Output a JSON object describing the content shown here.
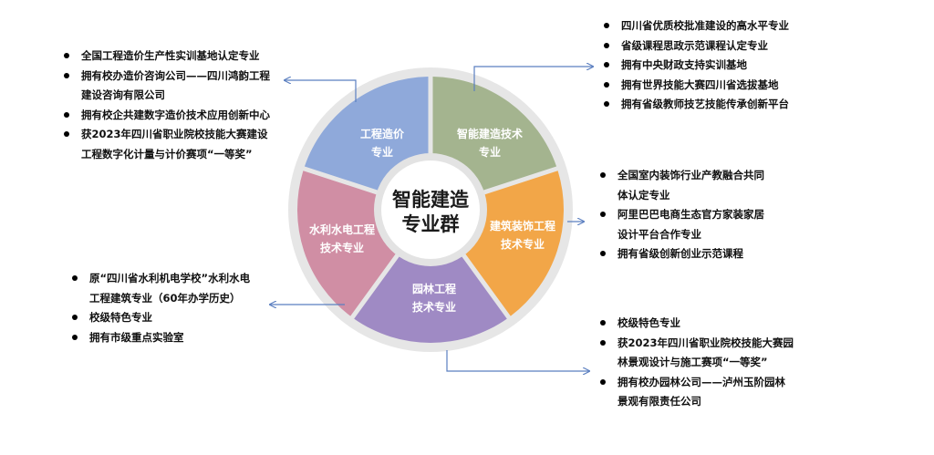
{
  "center": {
    "line1": "智能建造",
    "line2": "专业群"
  },
  "colors": {
    "ring": "#e6e6e6",
    "segment_cost": "#8fa9da",
    "segment_intelligent": "#a4b48f",
    "segment_decoration": "#f2a648",
    "segment_landscape": "#9f8ac4",
    "segment_hydro": "#d08ea4",
    "connector": "#5b7fc0"
  },
  "segments": [
    {
      "id": "cost",
      "line1": "工程造价",
      "line2": "专业"
    },
    {
      "id": "intelligent",
      "line1": "智能建造技术",
      "line2": "专业"
    },
    {
      "id": "decoration",
      "line1": "建筑装饰工程",
      "line2": "技术专业"
    },
    {
      "id": "landscape",
      "line1": "园林工程",
      "line2": "技术专业"
    },
    {
      "id": "hydro",
      "line1": "水利水电工程",
      "line2": "技术专业"
    }
  ],
  "lists": {
    "cost": [
      "全国工程造价生产性实训基地认定专业",
      "拥有校办造价咨询公司——四川鸿韵工程",
      "建设咨询有限公司",
      "拥有校企共建数字造价技术应用创新中心",
      "获2023年四川省职业院校技能大赛建设",
      "工程数字化计量与计价赛项“一等奖”"
    ],
    "intelligent": [
      "四川省优质校批准建设的高水平专业",
      "省级课程思政示范课程认定专业",
      "拥有中央财政支持实训基地",
      "拥有世界技能大赛四川省选拔基地",
      "拥有省级教师技艺技能传承创新平台"
    ],
    "decoration": [
      "全国室内装饰行业产教融合共同",
      "体认定专业",
      "阿里巴巴电商生态官方家装家居",
      "设计平台合作专业",
      "拥有省级创新创业示范课程"
    ],
    "hydro": [
      "原“四川省水利机电学校”水利水电",
      "工程建筑专业（60年办学历史）",
      "校级特色专业",
      "拥有市级重点实验室"
    ],
    "landscape": [
      "校级特色专业",
      "获2023年四川省职业院校技能大赛园",
      "林景观设计与施工赛项“一等奖”",
      "拥有校办园林公司——泸州玉阶园林",
      "景观有限责任公司"
    ]
  }
}
